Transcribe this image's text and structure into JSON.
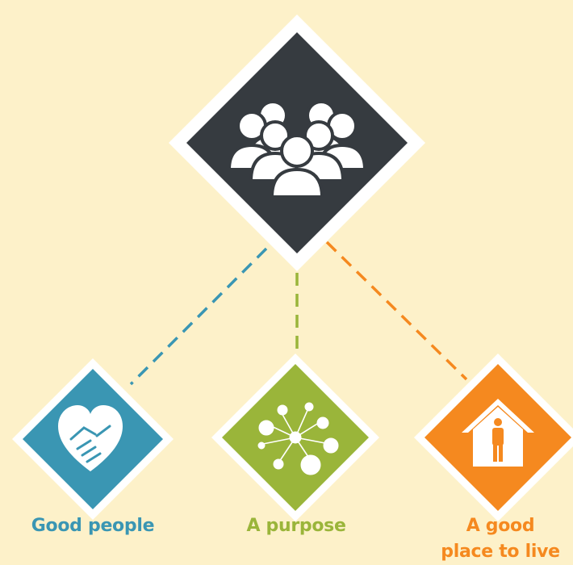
{
  "colors": {
    "background": "#fdf1c9",
    "diamond_border": "#ffffff",
    "top": "#363b40",
    "teal": "#3a96b3",
    "green": "#9ab53a",
    "orange": "#f5891f"
  },
  "top_node": {
    "icon": "group-of-people-icon"
  },
  "children": [
    {
      "label": "Good people",
      "icon": "handshake-heart-icon",
      "color": "#3a96b3"
    },
    {
      "label": "A purpose",
      "icon": "network-nodes-icon",
      "color": "#9ab53a"
    },
    {
      "label": "A good place to live",
      "icon": "house-with-person-icon",
      "color": "#f5891f"
    }
  ]
}
